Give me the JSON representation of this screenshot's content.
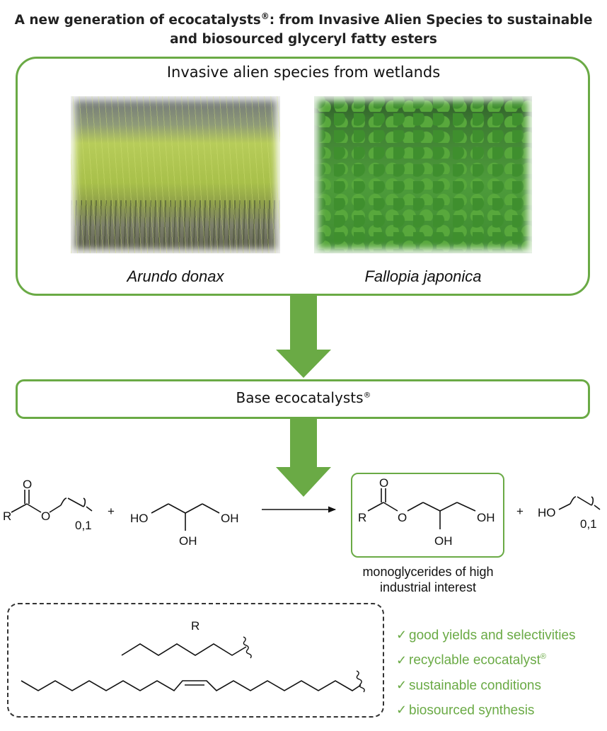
{
  "title": {
    "line1_a": "A new generation of ecocatalysts",
    "line1_reg": "®",
    "line1_b": ": from Invasive Alien Species to sustainable",
    "line2": "and biosourced glyceryl fatty esters"
  },
  "sources": {
    "heading": "Invasive alien species from wetlands",
    "species": [
      "Arundo donax",
      "Fallopia japonica"
    ]
  },
  "catalyst": {
    "label": "Base ecocatalysts",
    "reg": "®"
  },
  "reaction": {
    "reactant1": {
      "atoms": [
        "O",
        "R",
        "O"
      ],
      "subscript": "0,1"
    },
    "plus": "+",
    "reactant2": {
      "atoms": [
        "HO",
        "OH",
        "OH"
      ]
    },
    "product": {
      "atoms": [
        "O",
        "R",
        "O",
        "OH",
        "OH"
      ]
    },
    "byproduct": {
      "atoms": [
        "HO"
      ],
      "subscript": "0,1"
    },
    "product_caption": [
      "monoglycerides of high",
      "industrial interest"
    ]
  },
  "scope": {
    "r_label": "R"
  },
  "benefits": [
    {
      "text": "good yields and selectivities",
      "reg": ""
    },
    {
      "text": "recyclable ecocatalyst",
      "reg": "®"
    },
    {
      "text": "sustainable conditions",
      "reg": ""
    },
    {
      "text": "biosourced synthesis",
      "reg": ""
    }
  ],
  "colors": {
    "accent_green": "#6aaa45",
    "text": "#111111"
  },
  "icons": {
    "check": "✓"
  }
}
